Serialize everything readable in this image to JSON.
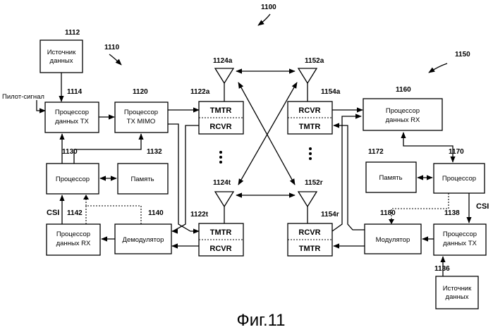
{
  "figure_number": "1100",
  "caption": "Фиг.11",
  "side_a": {
    "ref": "1110",
    "data_source": {
      "ref": "1112",
      "line1": "Источник",
      "line2": "данных"
    },
    "pilot_label": "Пилот-сигнал",
    "tx_data_proc": {
      "ref": "1114",
      "line1": "Процессор",
      "line2": "данных TX"
    },
    "tx_mimo_proc": {
      "ref": "1120",
      "line1": "Процессор",
      "line2": "TX MIMO"
    },
    "processor": {
      "ref": "1130",
      "label": "Процессор"
    },
    "memory": {
      "ref": "1132",
      "label": "Память"
    },
    "csi_label": "CSI",
    "rx_data_proc": {
      "ref": "1142",
      "line1": "Процессор",
      "line2": "данных RX"
    },
    "demodulator": {
      "ref": "1140",
      "label": "Демодулятор"
    },
    "transceiver_a": {
      "ref": "1122a",
      "top": "TMTR",
      "bottom": "RCVR"
    },
    "transceiver_t": {
      "ref": "1122t",
      "top": "TMTR",
      "bottom": "RCVR"
    },
    "antenna_a": "1124a",
    "antenna_t": "1124t"
  },
  "side_b": {
    "ref": "1150",
    "antenna_a": "1152a",
    "antenna_r": "1152r",
    "transceiver_a": {
      "ref": "1154a",
      "top": "RCVR",
      "bottom": "TMTR"
    },
    "transceiver_r": {
      "ref": "1154r",
      "top": "RCVR",
      "bottom": "TMTR"
    },
    "rx_data_proc": {
      "ref": "1160",
      "line1": "Процессор",
      "line2": "данных RX"
    },
    "memory": {
      "ref": "1172",
      "label": "Память"
    },
    "processor": {
      "ref": "1170",
      "label": "Процессор"
    },
    "csi_label": "CSI",
    "modulator": {
      "ref": "1180",
      "label": "Модулятор"
    },
    "tx_data_proc": {
      "ref": "1138",
      "line1": "Процессор",
      "line2": "данных TX"
    },
    "data_source": {
      "ref": "1136",
      "line1": "Источник",
      "line2": "данных"
    }
  }
}
